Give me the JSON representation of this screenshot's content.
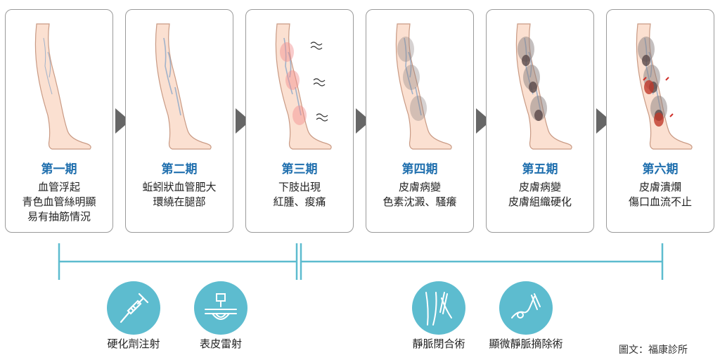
{
  "stages": [
    {
      "title": "第一期",
      "lines": [
        "血管浮起",
        "青色血管絲明顯",
        "易有抽筋情況"
      ]
    },
    {
      "title": "第二期",
      "lines": [
        "蚯蚓狀血管肥大",
        "環繞在腿部"
      ]
    },
    {
      "title": "第三期",
      "lines": [
        "下肢出現",
        "紅腫、痠痛"
      ]
    },
    {
      "title": "第四期",
      "lines": [
        "皮膚病變",
        "色素沈澱、騷癢"
      ]
    },
    {
      "title": "第五期",
      "lines": [
        "皮膚病變",
        "皮膚組織硬化"
      ]
    },
    {
      "title": "第六期",
      "lines": [
        "皮膚潰爛",
        "傷口血流不止"
      ]
    }
  ],
  "treatments": [
    {
      "label": "硬化劑注射",
      "icon": "syringe-icon"
    },
    {
      "label": "表皮雷射",
      "icon": "laser-icon"
    },
    {
      "label": "靜脈閉合術",
      "icon": "vein-closure-icon"
    },
    {
      "label": "顯微靜脈摘除術",
      "icon": "microsurgery-icon"
    }
  ],
  "credit": "圖文：福康診所",
  "colors": {
    "title_blue": "#1f6fae",
    "timeline": "#5dbccf",
    "icon_circle": "#5dbccf",
    "arrow": "#666666",
    "skin": "#fbe0d1",
    "vein": "#8aa6c8"
  }
}
